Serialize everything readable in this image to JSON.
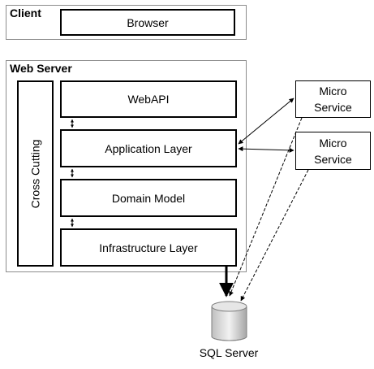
{
  "client": {
    "title": "Client",
    "browser_label": "Browser"
  },
  "web_server": {
    "title": "Web Server",
    "cross_cutting_label": "Cross Cutting",
    "layers": [
      "WebAPI",
      "Application Layer",
      "Domain Model",
      "Infrastructure Layer"
    ]
  },
  "micro_services": [
    {
      "line1": "Micro",
      "line2": "Service"
    },
    {
      "line1": "Micro",
      "line2": "Service"
    }
  ],
  "database": {
    "label": "SQL Server",
    "icon": "database-cylinder-icon"
  },
  "colors": {
    "frame_border": "#8c8c8c",
    "box_border": "#000000",
    "db_fill_light": "#f2f2f2",
    "db_fill_dark": "#a6a6a6"
  }
}
